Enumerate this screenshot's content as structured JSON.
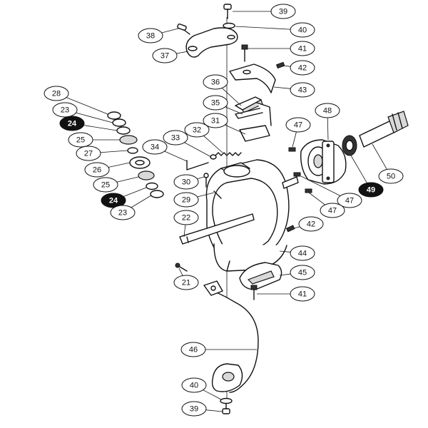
{
  "colors": {
    "ink": "#111111",
    "paper": "#ffffff",
    "shade": "#d9d9d9"
  },
  "callouts": [
    {
      "id": "c39a",
      "label": "39",
      "dark": false
    },
    {
      "id": "c40a",
      "label": "40",
      "dark": false
    },
    {
      "id": "c38",
      "label": "38",
      "dark": false
    },
    {
      "id": "c37",
      "label": "37",
      "dark": false
    },
    {
      "id": "c41a",
      "label": "41",
      "dark": false
    },
    {
      "id": "c42a",
      "label": "42",
      "dark": false
    },
    {
      "id": "c36",
      "label": "36",
      "dark": false
    },
    {
      "id": "c43",
      "label": "43",
      "dark": false
    },
    {
      "id": "c28",
      "label": "28",
      "dark": false
    },
    {
      "id": "c35",
      "label": "35",
      "dark": false
    },
    {
      "id": "c23a",
      "label": "23",
      "dark": false
    },
    {
      "id": "c24a",
      "label": "24",
      "dark": true
    },
    {
      "id": "c31",
      "label": "31",
      "dark": false
    },
    {
      "id": "c48",
      "label": "48",
      "dark": false
    },
    {
      "id": "c32",
      "label": "32",
      "dark": false
    },
    {
      "id": "c25a",
      "label": "25",
      "dark": false
    },
    {
      "id": "c47a",
      "label": "47",
      "dark": false
    },
    {
      "id": "c33",
      "label": "33",
      "dark": false
    },
    {
      "id": "c27",
      "label": "27",
      "dark": false
    },
    {
      "id": "c34",
      "label": "34",
      "dark": false
    },
    {
      "id": "c26",
      "label": "26",
      "dark": false
    },
    {
      "id": "c50",
      "label": "50",
      "dark": false
    },
    {
      "id": "c30",
      "label": "30",
      "dark": false
    },
    {
      "id": "c25b",
      "label": "25",
      "dark": false
    },
    {
      "id": "c49",
      "label": "49",
      "dark": true
    },
    {
      "id": "c24b",
      "label": "24",
      "dark": true
    },
    {
      "id": "c29",
      "label": "29",
      "dark": false
    },
    {
      "id": "c47b",
      "label": "47",
      "dark": false
    },
    {
      "id": "c23b",
      "label": "23",
      "dark": false
    },
    {
      "id": "c47c",
      "label": "47",
      "dark": false
    },
    {
      "id": "c22",
      "label": "22",
      "dark": false
    },
    {
      "id": "c42b",
      "label": "42",
      "dark": false
    },
    {
      "id": "c44",
      "label": "44",
      "dark": false
    },
    {
      "id": "c21",
      "label": "21",
      "dark": false
    },
    {
      "id": "c45",
      "label": "45",
      "dark": false
    },
    {
      "id": "c41b",
      "label": "41",
      "dark": false
    },
    {
      "id": "c46",
      "label": "46",
      "dark": false
    },
    {
      "id": "c40b",
      "label": "40",
      "dark": false
    },
    {
      "id": "c39b",
      "label": "39",
      "dark": false
    }
  ]
}
